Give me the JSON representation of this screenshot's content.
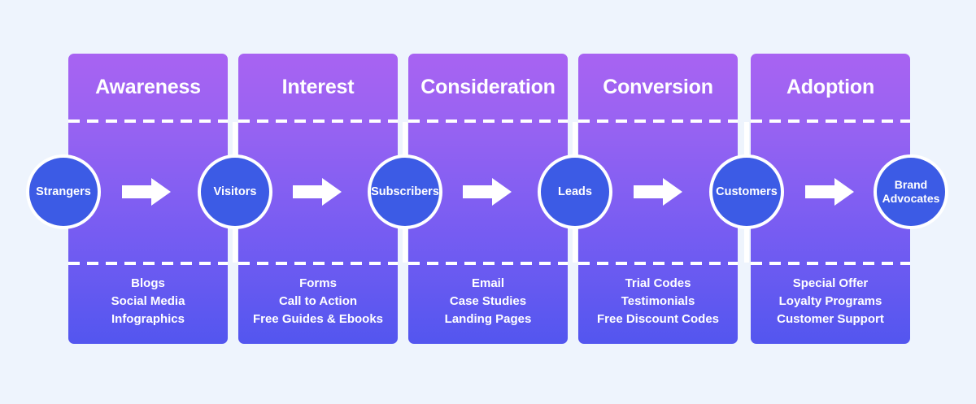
{
  "background_color": "#eef4fd",
  "colors": {
    "panel_gradient_top": "#a863f2",
    "panel_gradient_bottom": "#5356ef",
    "circle_fill": "#3c5be5",
    "circle_border": "#ffffff",
    "arrow_color": "#ffffff",
    "text_color": "#ffffff",
    "divider_color": "#ffffff"
  },
  "stages": [
    {
      "title": "Awareness",
      "items": [
        "Blogs",
        "Social Media",
        "Infographics"
      ]
    },
    {
      "title": "Interest",
      "items": [
        "Forms",
        "Call to Action",
        "Free Guides & Ebooks"
      ]
    },
    {
      "title": "Consideration",
      "items": [
        "Email",
        "Case Studies",
        "Landing Pages"
      ]
    },
    {
      "title": "Conversion",
      "items": [
        "Trial Codes",
        "Testimonials",
        "Free Discount Codes"
      ]
    },
    {
      "title": "Adoption",
      "items": [
        "Special Offer",
        "Loyalty Programs",
        "Customer Support"
      ]
    }
  ],
  "nodes": [
    {
      "label": "Strangers",
      "lines": [
        "Strangers"
      ]
    },
    {
      "label": "Visitors",
      "lines": [
        "Visitors"
      ]
    },
    {
      "label": "Subscribers",
      "lines": [
        "Subscribers"
      ]
    },
    {
      "label": "Leads",
      "lines": [
        "Leads"
      ]
    },
    {
      "label": "Customers",
      "lines": [
        "Customers"
      ]
    },
    {
      "label": "Brand Advocates",
      "lines": [
        "Brand",
        "Advocates"
      ]
    }
  ],
  "arrows": [
    {
      "name": "arrow-strangers-to-visitors"
    },
    {
      "name": "arrow-visitors-to-subscribers"
    },
    {
      "name": "arrow-subscribers-to-leads"
    },
    {
      "name": "arrow-leads-to-customers"
    },
    {
      "name": "arrow-customers-to-brand-advocates"
    }
  ]
}
